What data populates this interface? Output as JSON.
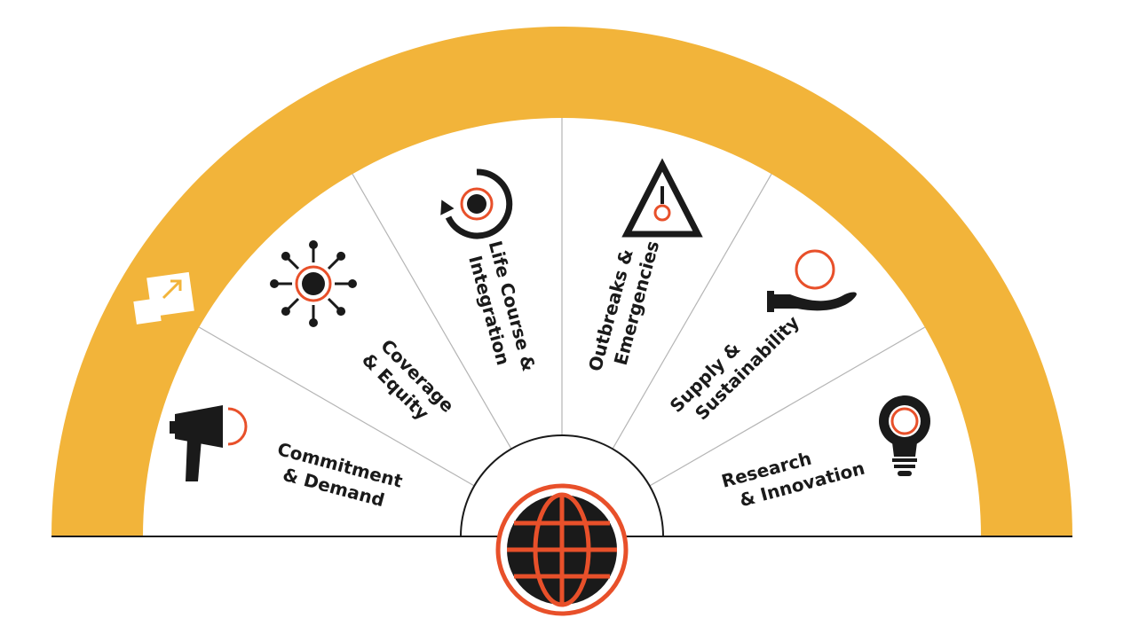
{
  "title": "Immunisation Programmes for Primary Health Care Universal Health Coverage",
  "colors": {
    "band": "#f2b43a",
    "accent": "#e8502a",
    "ink": "#1a1a1a",
    "divider": "#b5b5b5"
  },
  "logo_icon": "arrow-in-square-icon",
  "center_icon": "globe-icon",
  "segments": [
    {
      "line1": "Commitment",
      "line2": "& Demand",
      "icon": "megaphone-icon"
    },
    {
      "line1": "Coverage",
      "line2": "& Equity",
      "icon": "network-hub-icon"
    },
    {
      "line1": "Life Course &",
      "line2": "Integration",
      "icon": "cycle-arrow-icon"
    },
    {
      "line1": "Outbreaks &",
      "line2": "Emergencies",
      "icon": "warning-triangle-icon"
    },
    {
      "line1": "Supply &",
      "line2": "Sustainability",
      "icon": "hand-holding-icon"
    },
    {
      "line1": "Research",
      "line2": "& Innovation",
      "icon": "light-bulb-icon"
    }
  ]
}
